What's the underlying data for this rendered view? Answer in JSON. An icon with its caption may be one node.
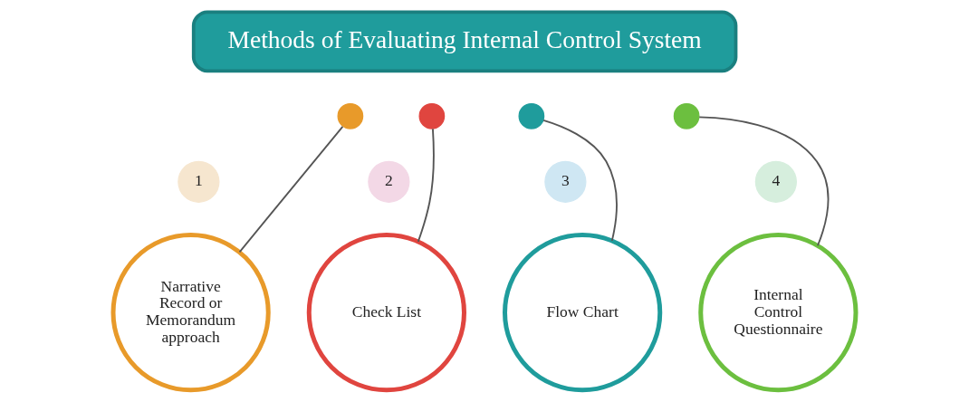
{
  "diagram": {
    "nodes": [
      {
        "text": [
          "Methods of Evaluating Internal Control System"
        ]
      },
      {
        "text": [],
        "shape": "circle"
      },
      {
        "text": [],
        "shape": "circle"
      },
      {
        "text": [],
        "shape": "circle"
      },
      {
        "text": [],
        "shape": "circle"
      },
      {
        "text": [
          "1"
        ]
      },
      {
        "text": [
          "Narrative Record or Memorandum approach"
        ]
      },
      {
        "text": [
          "2"
        ]
      },
      {
        "text": [
          "Check List"
        ]
      },
      {
        "text": [
          "3"
        ]
      },
      {
        "text": [
          "Flow Chart"
        ]
      },
      {
        "text": [
          "4"
        ]
      },
      {
        "text": [
          "Internal Control Questionnaire"
        ]
      }
    ],
    "edges": [
      {
        "from": 1,
        "to": 6,
        "arrow": "none"
      },
      {
        "from": 2,
        "to": 8,
        "arrow": "none"
      },
      {
        "from": 3,
        "to": 10,
        "arrow": "none"
      },
      {
        "from": 4,
        "to": 12,
        "arrow": "none"
      }
    ]
  }
}
